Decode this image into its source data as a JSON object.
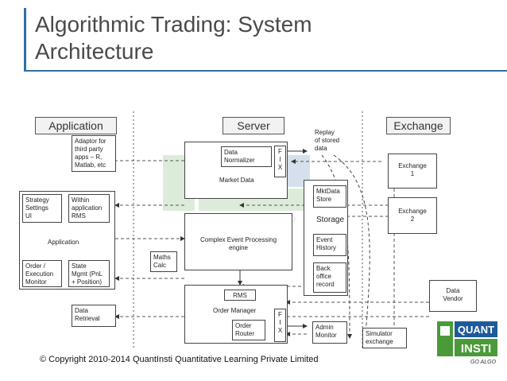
{
  "slide": {
    "title": "Algorithmic Trading: System\nArchitecture",
    "copyright": "© Copyright 2010-2014 QuantInsti Quantitative Learning Private  Limited",
    "accent_color": "#2f6fa8"
  },
  "headers": {
    "application": "Application",
    "server": "Server",
    "exchange": "Exchange"
  },
  "application": {
    "adaptor": "Adaptor for\nthird party\napps – R,\nMatlab, etc",
    "strategy_settings": "Strategy\nSettings\nUI",
    "within_rms": "Within\napplication\nRMS",
    "app_label": "Application",
    "order_exec_monitor": "Order /\nExecution\nMonitor",
    "state_mgmt": "State\nMgmt (PnL\n+ Position)",
    "data_retrieval": "Data\nRetrieval"
  },
  "server": {
    "data_normalizer": "Data\nNormalizer",
    "fix_top": "F\nI\nX",
    "market_data": "Market Data",
    "replay": "Replay\nof stored\ndata",
    "mktdata_store": "MktData\nStore",
    "storage": "Storage",
    "event_history": "Event\nHistory",
    "back_office": "Back\noffice\nrecord",
    "cep_engine": "Complex Event Processing\nengine",
    "maths_calc": "Maths\nCalc",
    "rms": "RMS",
    "order_manager": "Order Manager",
    "order_router": "Order\nRouter",
    "fix_bottom": "F\nI\nX",
    "admin_monitor": "Admin\nMonitor"
  },
  "exchange": {
    "exchange1": "Exchange\n1",
    "exchange2": "Exchange\n2",
    "data_vendor": "Data\nVendor",
    "simulator": "Simulator\nexchange"
  },
  "logo": {
    "name": "QuantInsti logo",
    "text_top": "QUANT",
    "text_bottom": "INSTI",
    "tagline": "GO ALGO",
    "colors": {
      "green": "#4a9a3a",
      "blue": "#1d5a9a"
    }
  }
}
